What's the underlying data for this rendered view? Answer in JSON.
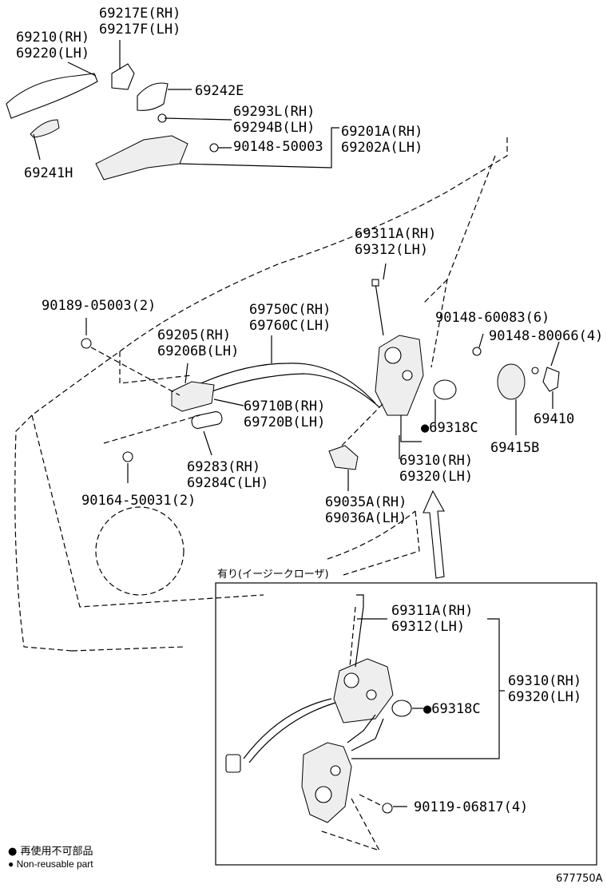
{
  "labels": {
    "p69217": [
      "69217E(RH)",
      "69217F(LH)"
    ],
    "p69210": [
      "69210(RH)",
      "69220(LH)"
    ],
    "p69242": "69242E",
    "p69293": [
      "69293L(RH)",
      "69294B(LH)"
    ],
    "p69201": [
      "69201A(RH)",
      "69202A(LH)"
    ],
    "p90148_50003": "90148-50003",
    "p69241": "69241H",
    "p69311_top": [
      "69311A(RH)",
      "69312(LH)"
    ],
    "p90189": "90189-05003(2)",
    "p69750": [
      "69750C(RH)",
      "69760C(LH)"
    ],
    "p90148_60083": "90148-60083(6)",
    "p90148_80066": "90148-80066(4)",
    "p69205": [
      "69205(RH)",
      "69206B(LH)"
    ],
    "p69710": [
      "69710B(RH)",
      "69720B(LH)"
    ],
    "p69318_top": "●69318C",
    "p69410": "69410",
    "p69415": "69415B",
    "p69310_top": [
      "69310(RH)",
      "69320(LH)"
    ],
    "p69283": [
      "69283(RH)",
      "69284C(LH)"
    ],
    "p90164": "90164-50031(2)",
    "p69035": [
      "69035A(RH)",
      "69036A(LH)"
    ],
    "inset_title": "有り(イージークローザ)",
    "p69311_inset": [
      "69311A(RH)",
      "69312(LH)"
    ],
    "p69310_inset": [
      "69310(RH)",
      "69320(LH)"
    ],
    "p69318_inset": "●69318C",
    "p90119": "90119-06817(4)"
  },
  "legend": {
    "jp": "● 再使用不可部品",
    "en": "● Non-reusable part"
  },
  "figure_id": "677750A"
}
